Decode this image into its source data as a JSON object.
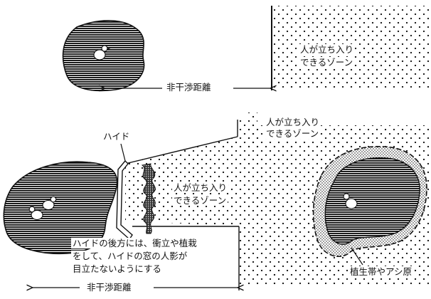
{
  "labels": {
    "distance_top": "非干渉距離",
    "zone_top_1": "人が立ち入り",
    "zone_top_2": "できるゾーン",
    "zone_mid_1": "人が立ち入り",
    "zone_mid_2": "できるゾーン",
    "zone_center_1": "人が立ち入り",
    "zone_center_2": "できるゾーン",
    "hide": "ハイド",
    "note_1": "ハイドの後方には、衝立や植栽",
    "note_2": "をして、ハイドの窓の人影が",
    "note_3": "目立たないようにする",
    "distance_bottom": "非干渉距離",
    "reeds": "植生帯やアシ原"
  },
  "colors": {
    "ink": "#111111",
    "paper": "#ffffff"
  }
}
